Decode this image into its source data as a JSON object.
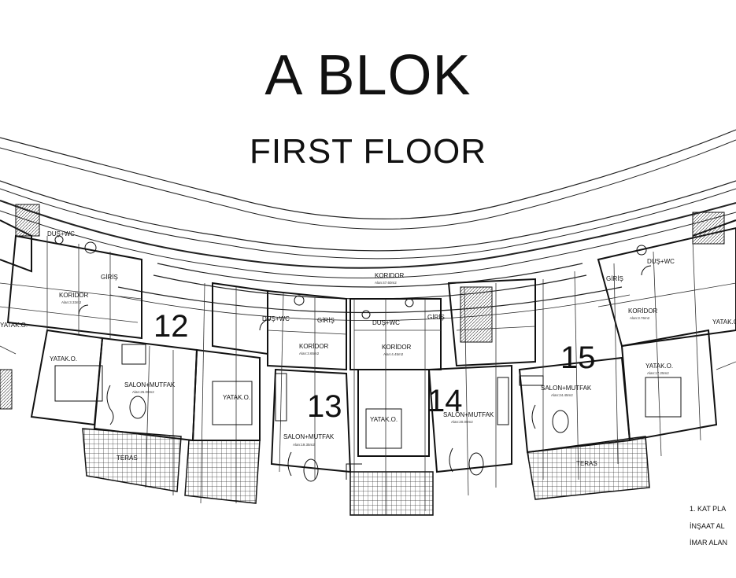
{
  "title": "A BLOK",
  "subtitle": "FIRST FLOOR",
  "units": [
    "12",
    "13",
    "14",
    "15"
  ],
  "rooms": {
    "koridor": "KORIDOR",
    "koridor_small": "KORİDOR",
    "giris": "GİRİŞ",
    "dus_wc": "DUŞ+WC",
    "yatak": "YATAK.O.",
    "salon_mutfak": "SALON+MUTFAK",
    "teras": "TERAS"
  },
  "areas": {
    "koridor_top": "Alan:47.60m2",
    "koridor_left": "Alan:3.33m2",
    "salon_12": "Alan:25.00m2",
    "koridor_13": "Alan:3.65m2",
    "salon_13": "Alan:19.35m2",
    "koridor_14": "Alan:4.45m2",
    "salon_14": "Alan:20.00m2",
    "koridor_15": "Alan:3.76m2",
    "salon_15": "Alan:24.45m2",
    "yatak_15": "Alan:17.25m2"
  },
  "legend": [
    "1. KAT PLA",
    "İNŞAAT AL",
    "İMAR ALAN"
  ]
}
